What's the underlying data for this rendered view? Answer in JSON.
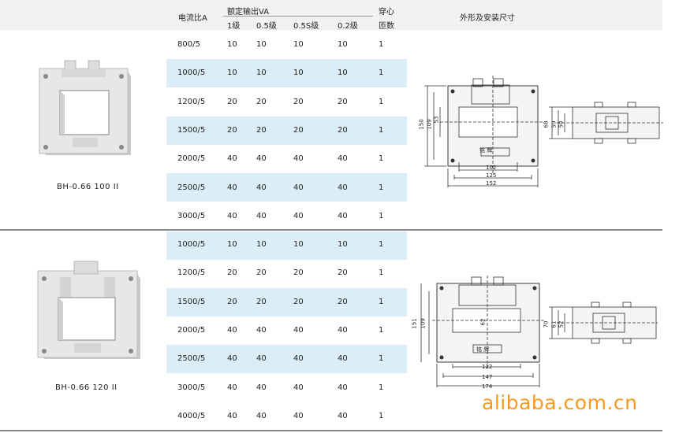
{
  "header": {
    "ratio": "电流比A",
    "va": "额定输出VA",
    "through1": "穿心",
    "through2": "匝数",
    "dims": "外形及安装尺寸",
    "classes": [
      "1级",
      "0.5级",
      "0.5S级",
      "0.2级"
    ]
  },
  "sections": [
    {
      "model": "BH-0.66 100 II",
      "rows": [
        [
          "800/5",
          "10",
          "10",
          "10",
          "10",
          "1"
        ],
        [
          "1000/5",
          "10",
          "10",
          "10",
          "10",
          "1"
        ],
        [
          "1200/5",
          "20",
          "20",
          "20",
          "20",
          "1"
        ],
        [
          "1500/5",
          "20",
          "20",
          "20",
          "20",
          "1"
        ],
        [
          "2000/5",
          "40",
          "40",
          "40",
          "40",
          "1"
        ],
        [
          "2500/5",
          "40",
          "40",
          "40",
          "40",
          "1"
        ],
        [
          "3000/5",
          "40",
          "40",
          "40",
          "40",
          "1"
        ]
      ],
      "front_dims": {
        "h_outer": "150",
        "h_mid": "109",
        "h_inner": "53",
        "w_inner": "102",
        "w_mid": "125",
        "w_outer": "152"
      },
      "side_dims": {
        "h_outer": "68",
        "h_mid": "59",
        "h_inner": "50"
      }
    },
    {
      "model": "BH-0.66 120 II",
      "rows": [
        [
          "1000/5",
          "10",
          "10",
          "10",
          "10",
          "1"
        ],
        [
          "1200/5",
          "20",
          "20",
          "20",
          "20",
          "1"
        ],
        [
          "1500/5",
          "20",
          "20",
          "20",
          "20",
          "1"
        ],
        [
          "2000/5",
          "40",
          "40",
          "40",
          "40",
          "1"
        ],
        [
          "2500/5",
          "40",
          "40",
          "40",
          "40",
          "1"
        ],
        [
          "3000/5",
          "40",
          "40",
          "40",
          "40",
          "1"
        ],
        [
          "4000/5",
          "40",
          "40",
          "40",
          "40",
          "1"
        ]
      ],
      "front_dims": {
        "h_outer": "151",
        "h_mid": "109",
        "h_inner": "62",
        "w_inner": "122",
        "w_mid": "147",
        "w_outer": "174"
      },
      "side_dims": {
        "h_outer": "70",
        "h_mid": "61",
        "h_inner": "52"
      }
    }
  ],
  "nameplate": "铭 牌",
  "watermark": "alibaba.com.cn"
}
